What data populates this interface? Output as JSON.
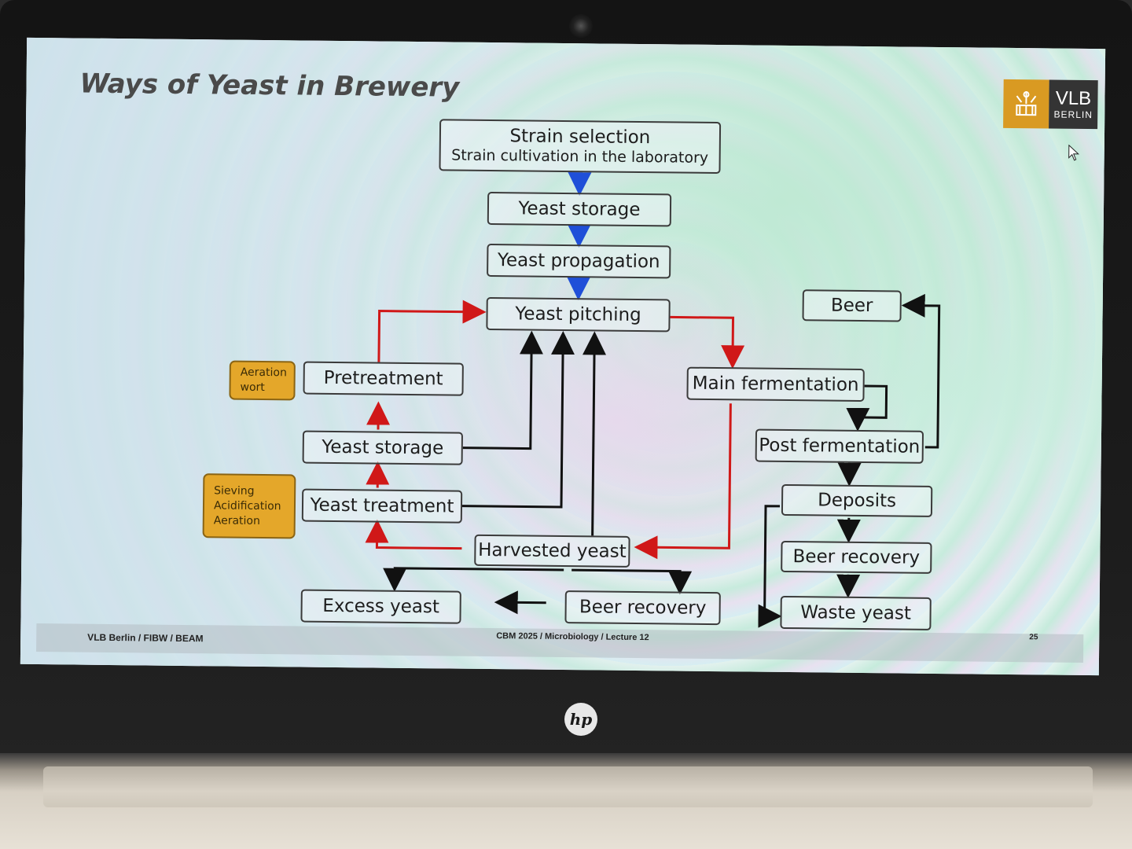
{
  "slide": {
    "title": "Ways of Yeast in Brewery",
    "logo": {
      "main": "VLB",
      "sub": "BERLIN"
    },
    "footer": {
      "left": "VLB Berlin / FIBW / BEAM",
      "center": "CBM 2025 / Microbiology / Lecture 12",
      "page": "25"
    }
  },
  "diagram": {
    "strain_selection": {
      "title": "Strain selection",
      "subtitle": "Strain cultivation in the laboratory"
    },
    "yeast_storage_top": "Yeast storage",
    "yeast_propagation": "Yeast propagation",
    "yeast_pitching": "Yeast pitching",
    "pretreatment": "Pretreatment",
    "yeast_storage_left": "Yeast storage",
    "yeast_treatment": "Yeast treatment",
    "harvested_yeast": "Harvested yeast",
    "excess_yeast": "Excess yeast",
    "beer_recovery_bottom": "Beer recovery",
    "beer": "Beer",
    "main_fermentation": "Main fermentation",
    "post_fermentation": "Post fermentation",
    "deposits": "Deposits",
    "beer_recovery_right": "Beer recovery",
    "waste_yeast": "Waste yeast",
    "note_aeration": [
      "Aeration",
      "wort"
    ],
    "note_treatment": [
      "Sieving",
      "Acidification",
      "Aeration"
    ]
  },
  "colors": {
    "arrow_blue": "#1f4fd8",
    "arrow_red": "#d01818",
    "arrow_black": "#111111",
    "note_fill": "#e4a72a",
    "logo_orange": "#d99a22"
  },
  "device": {
    "brand_mark": "hp"
  }
}
